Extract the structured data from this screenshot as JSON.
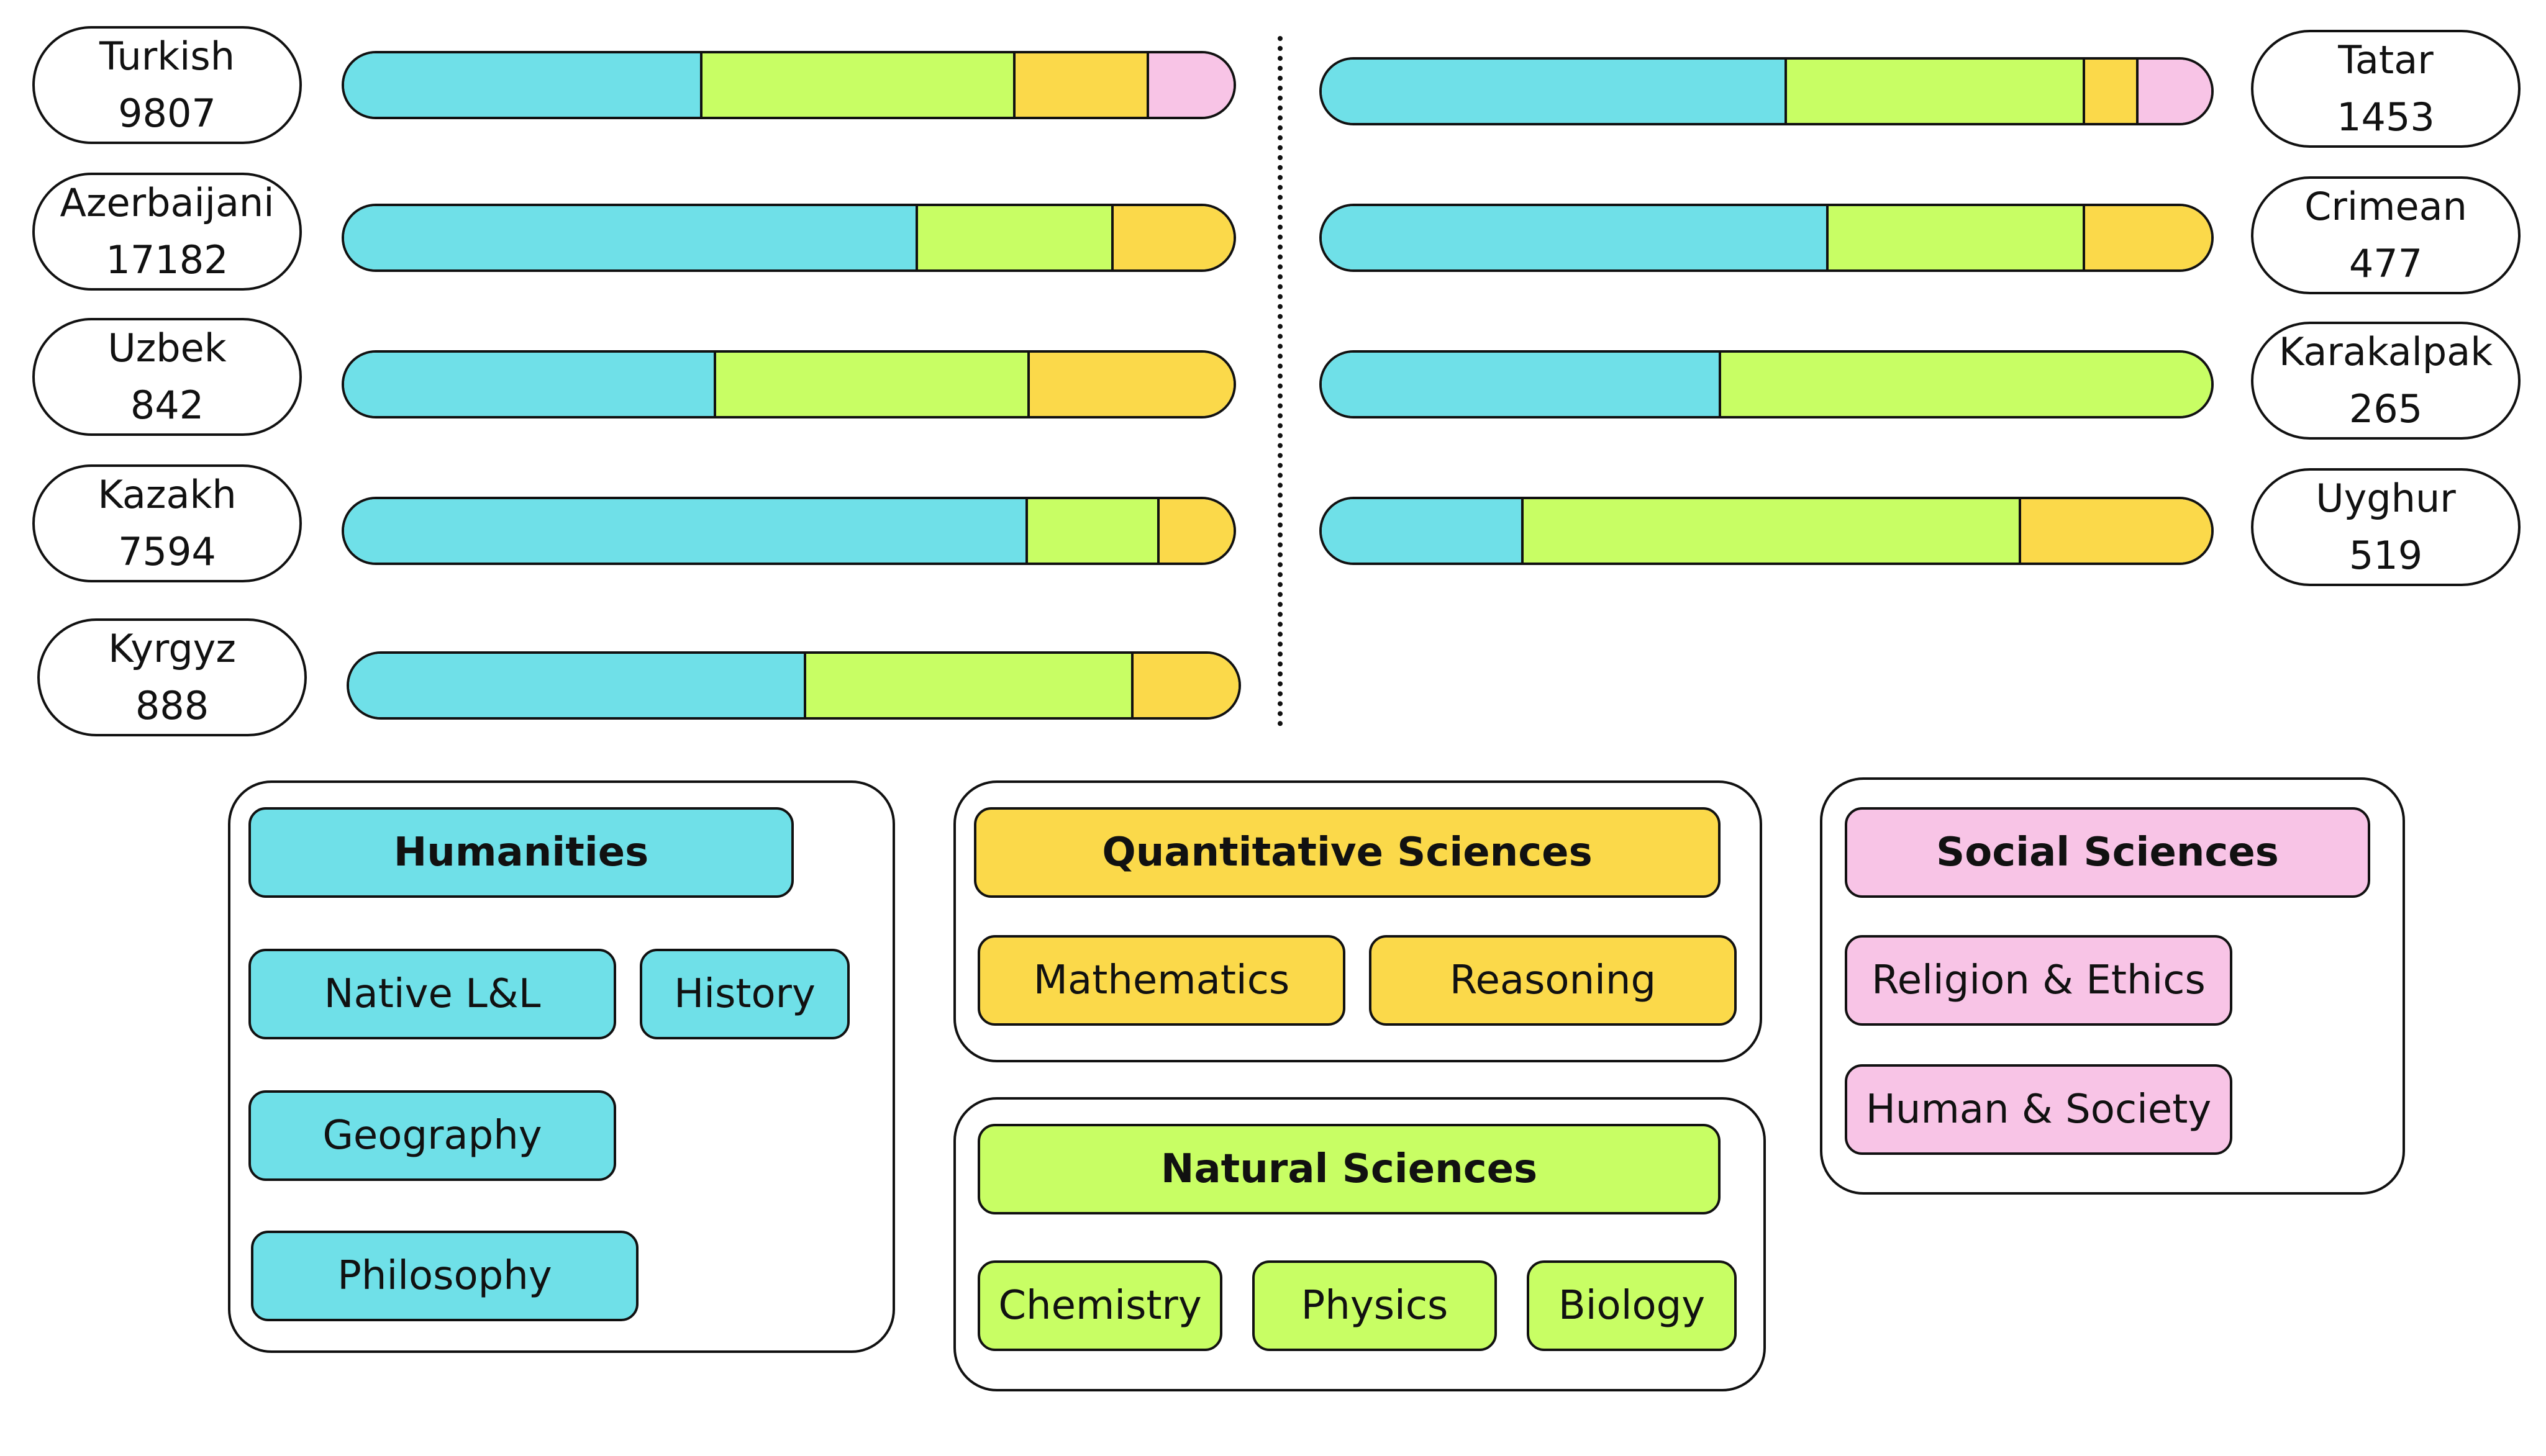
{
  "colors": {
    "humanities": "#6fe0e8",
    "natural": "#c8fe64",
    "quantitative": "#fbd94a",
    "social": "#f8c4e6"
  },
  "segment_order": [
    "Humanities",
    "Natural Sciences",
    "Quantitative Sciences",
    "Social Sciences"
  ],
  "languages": [
    {
      "name": "Turkish",
      "count": "9807",
      "shares": [
        0.403,
        0.352,
        0.15,
        0.095
      ]
    },
    {
      "name": "Azerbaijani",
      "count": "17182",
      "shares": [
        0.645,
        0.22,
        0.135,
        0
      ]
    },
    {
      "name": "Uzbek",
      "count": "842",
      "shares": [
        0.418,
        0.353,
        0.229,
        0
      ]
    },
    {
      "name": "Kazakh",
      "count": "7594",
      "shares": [
        0.769,
        0.148,
        0.083,
        0
      ]
    },
    {
      "name": "Kyrgyz",
      "count": "888",
      "shares": [
        0.514,
        0.368,
        0.118,
        0
      ]
    },
    {
      "name": "Tatar",
      "count": "1453",
      "shares": [
        0.523,
        0.335,
        0.06,
        0.082
      ]
    },
    {
      "name": "Crimean",
      "count": "477",
      "shares": [
        0.57,
        0.288,
        0.142,
        0
      ]
    },
    {
      "name": "Karakalpak",
      "count": "265",
      "shares": [
        0.449,
        0.551,
        0,
        0
      ]
    },
    {
      "name": "Uyghur",
      "count": "519",
      "shares": [
        0.227,
        0.559,
        0.214,
        0
      ]
    }
  ],
  "legend": {
    "humanities": {
      "title": "Humanities",
      "items": [
        "Native L&L",
        "History",
        "Geography",
        "Philosophy"
      ]
    },
    "quantitative": {
      "title": "Quantitative Sciences",
      "items": [
        "Mathematics",
        "Reasoning"
      ]
    },
    "natural": {
      "title": "Natural Sciences",
      "items": [
        "Chemistry",
        "Physics",
        "Biology"
      ]
    },
    "social": {
      "title": "Social Sciences",
      "items": [
        "Religion & Ethics",
        "Human & Society"
      ]
    }
  }
}
